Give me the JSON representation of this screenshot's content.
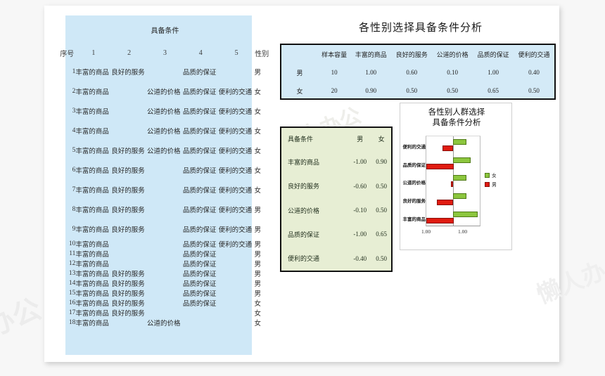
{
  "watermarks": [
    "办公",
    "懒人办公",
    "懒人办",
    "懒人办公"
  ],
  "raw_table": {
    "group_header": "具备条件",
    "headers": [
      "序号",
      "1",
      "2",
      "3",
      "4",
      "5",
      "性别"
    ],
    "rows": [
      {
        "idx": "1",
        "c1": "丰富的商品",
        "c2": "良好的服务",
        "c3": "",
        "c4": "品质的保证",
        "c5": "",
        "sex": "男"
      },
      {
        "idx": "2",
        "c1": "丰富的商品",
        "c2": "",
        "c3": "公道的价格",
        "c4": "品质的保证",
        "c5": "便利的交通",
        "sex": "女"
      },
      {
        "idx": "3",
        "c1": "丰富的商品",
        "c2": "",
        "c3": "公道的价格",
        "c4": "品质的保证",
        "c5": "便利的交通",
        "sex": "女"
      },
      {
        "idx": "4",
        "c1": "丰富的商品",
        "c2": "",
        "c3": "公道的价格",
        "c4": "品质的保证",
        "c5": "便利的交通",
        "sex": "女"
      },
      {
        "idx": "5",
        "c1": "丰富的商品",
        "c2": "良好的服务",
        "c3": "公道的价格",
        "c4": "品质的保证",
        "c5": "便利的交通",
        "sex": "女"
      },
      {
        "idx": "6",
        "c1": "丰富的商品",
        "c2": "良好的服务",
        "c3": "",
        "c4": "品质的保证",
        "c5": "便利的交通",
        "sex": "女"
      },
      {
        "idx": "7",
        "c1": "丰富的商品",
        "c2": "良好的服务",
        "c3": "",
        "c4": "品质的保证",
        "c5": "便利的交通",
        "sex": "女"
      },
      {
        "idx": "8",
        "c1": "丰富的商品",
        "c2": "良好的服务",
        "c3": "",
        "c4": "品质的保证",
        "c5": "便利的交通",
        "sex": "男"
      },
      {
        "idx": "9",
        "c1": "丰富的商品",
        "c2": "良好的服务",
        "c3": "",
        "c4": "品质的保证",
        "c5": "便利的交通",
        "sex": "男"
      },
      {
        "idx": "10",
        "c1": "丰富的商品",
        "c2": "",
        "c3": "",
        "c4": "品质的保证",
        "c5": "便利的交通",
        "sex": "男"
      },
      {
        "idx": "11",
        "c1": "丰富的商品",
        "c2": "",
        "c3": "",
        "c4": "品质的保证",
        "c5": "",
        "sex": "男"
      },
      {
        "idx": "12",
        "c1": "丰富的商品",
        "c2": "",
        "c3": "",
        "c4": "品质的保证",
        "c5": "",
        "sex": "男"
      },
      {
        "idx": "13",
        "c1": "丰富的商品",
        "c2": "良好的服务",
        "c3": "",
        "c4": "品质的保证",
        "c5": "",
        "sex": "男"
      },
      {
        "idx": "14",
        "c1": "丰富的商品",
        "c2": "良好的服务",
        "c3": "",
        "c4": "品质的保证",
        "c5": "",
        "sex": "男"
      },
      {
        "idx": "15",
        "c1": "丰富的商品",
        "c2": "良好的服务",
        "c3": "",
        "c4": "品质的保证",
        "c5": "",
        "sex": "男"
      },
      {
        "idx": "16",
        "c1": "丰富的商品",
        "c2": "良好的服务",
        "c3": "",
        "c4": "品质的保证",
        "c5": "",
        "sex": "女"
      },
      {
        "idx": "17",
        "c1": "丰富的商品",
        "c2": "良好的服务",
        "c3": "",
        "c4": "",
        "c5": "",
        "sex": "女"
      },
      {
        "idx": "18",
        "c1": "丰富的商品",
        "c2": "",
        "c3": "公道的价格",
        "c4": "",
        "c5": "",
        "sex": "女"
      }
    ]
  },
  "summary": {
    "title": "各性别选择具备条件分析",
    "headers": [
      "",
      "样本容量",
      "丰富的商品",
      "良好的服务",
      "公道的价格",
      "品质的保证",
      "便利的交通"
    ],
    "rows": [
      {
        "label": "男",
        "values": [
          "10",
          "1.00",
          "0.60",
          "0.10",
          "1.00",
          "0.40"
        ]
      },
      {
        "label": "女",
        "values": [
          "20",
          "0.90",
          "0.50",
          "0.50",
          "0.65",
          "0.50"
        ]
      }
    ]
  },
  "green_table": {
    "headers": [
      "具备条件",
      "男",
      "女"
    ],
    "rows": [
      {
        "cond": "丰富的商品",
        "male": "-1.00",
        "female": "0.90"
      },
      {
        "cond": "良好的服务",
        "male": "-0.60",
        "female": "0.50"
      },
      {
        "cond": "公道的价格",
        "male": "-0.10",
        "female": "0.50"
      },
      {
        "cond": "品质的保证",
        "male": "-1.00",
        "female": "0.65"
      },
      {
        "cond": "便利的交通",
        "male": "-0.40",
        "female": "0.50"
      }
    ]
  },
  "chart_data": {
    "type": "bar",
    "title": "各性别人群选择\n具备条件分析",
    "title_line1": "各性别人群选择",
    "title_line2": "具备条件分析",
    "orientation": "horizontal",
    "style": "tornado",
    "categories": [
      "丰富的商品",
      "良好的服务",
      "公道的价格",
      "品质的保证",
      "便利的交通"
    ],
    "series": [
      {
        "name": "女",
        "color": "#8cc63e",
        "values": [
          0.9,
          0.5,
          0.5,
          0.65,
          0.5
        ]
      },
      {
        "name": "男",
        "color": "#e01b10",
        "values": [
          -1.0,
          -0.6,
          -0.1,
          -1.0,
          -0.4
        ]
      }
    ],
    "legend": [
      {
        "label": "女",
        "color": "#8cc63e"
      },
      {
        "label": "男",
        "color": "#e01b10"
      }
    ],
    "legend_position": "right",
    "xlabel": "",
    "ylabel": "",
    "xlim": [
      -1.0,
      1.0
    ],
    "xticklabels": [
      "1.00",
      "1.00"
    ],
    "grid": false
  },
  "colors": {
    "raw_band": "#cfe8f7",
    "summary_fill": "#d4eaf7",
    "green_fill": "#e7eed4",
    "border_dark": "#111111",
    "female_green": "#8cc63e",
    "male_red": "#e01b10",
    "page": "#ffffff",
    "backdrop": "#f7f7f7"
  }
}
